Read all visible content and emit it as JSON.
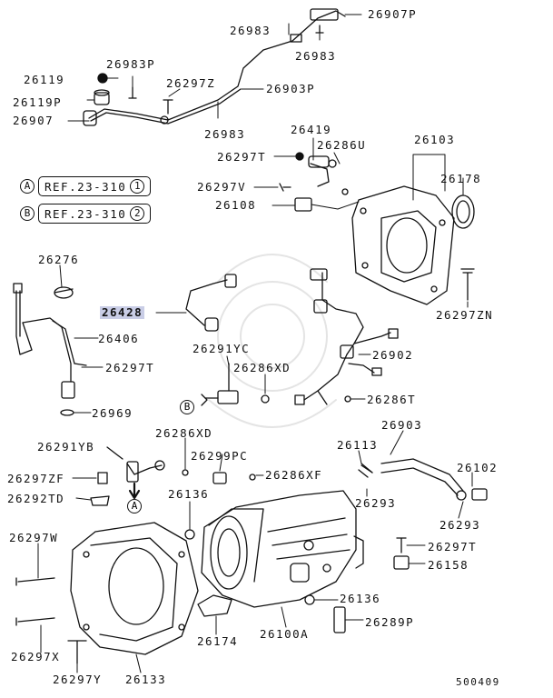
{
  "labels": [
    {
      "id": "p26907P",
      "text": "26907P"
    },
    {
      "id": "p26983a",
      "text": "26983"
    },
    {
      "id": "p26983b",
      "text": "26983"
    },
    {
      "id": "p26119",
      "text": "26119"
    },
    {
      "id": "p26983P",
      "text": "26983P"
    },
    {
      "id": "p26297Z",
      "text": "26297Z"
    },
    {
      "id": "p26903P",
      "text": "26903P"
    },
    {
      "id": "p26119P",
      "text": "26119P"
    },
    {
      "id": "p26907",
      "text": "26907"
    },
    {
      "id": "p26983c",
      "text": "26983"
    },
    {
      "id": "p26419",
      "text": "26419"
    },
    {
      "id": "p26103",
      "text": "26103"
    },
    {
      "id": "p26297T_a",
      "text": "26297T"
    },
    {
      "id": "p26286U",
      "text": "26286U"
    },
    {
      "id": "p26178",
      "text": "26178"
    },
    {
      "id": "p26297V",
      "text": "26297V"
    },
    {
      "id": "p26108",
      "text": "26108"
    },
    {
      "id": "p26276",
      "text": "26276"
    },
    {
      "id": "p26428",
      "text": "26428"
    },
    {
      "id": "p26297ZN",
      "text": "26297ZN"
    },
    {
      "id": "p26406",
      "text": "26406"
    },
    {
      "id": "p26291YC",
      "text": "26291YC"
    },
    {
      "id": "p26902",
      "text": "26902"
    },
    {
      "id": "p26297T_b",
      "text": "26297T"
    },
    {
      "id": "p26286XD",
      "text": "26286XD"
    },
    {
      "id": "p26286T",
      "text": "26286T"
    },
    {
      "id": "p26969",
      "text": "26969"
    },
    {
      "id": "p26903",
      "text": "26903"
    },
    {
      "id": "p26286XD_b",
      "text": "26286XD"
    },
    {
      "id": "p26291YB",
      "text": "26291YB"
    },
    {
      "id": "p26113",
      "text": "26113"
    },
    {
      "id": "p26299PC",
      "text": "26299PC"
    },
    {
      "id": "p26102",
      "text": "26102"
    },
    {
      "id": "p26297ZF",
      "text": "26297ZF"
    },
    {
      "id": "p26286XF",
      "text": "26286XF"
    },
    {
      "id": "p26292TD",
      "text": "26292TD"
    },
    {
      "id": "p26136a",
      "text": "26136"
    },
    {
      "id": "p26293a",
      "text": "26293"
    },
    {
      "id": "p26293b",
      "text": "26293"
    },
    {
      "id": "p26297W",
      "text": "26297W"
    },
    {
      "id": "p26297T_c",
      "text": "26297T"
    },
    {
      "id": "p26158",
      "text": "26158"
    },
    {
      "id": "p26136b",
      "text": "26136"
    },
    {
      "id": "p26289P",
      "text": "26289P"
    },
    {
      "id": "p26174",
      "text": "26174"
    },
    {
      "id": "p26100A",
      "text": "26100A"
    },
    {
      "id": "p26297X",
      "text": "26297X"
    },
    {
      "id": "p26297Y",
      "text": "26297Y"
    },
    {
      "id": "p26133",
      "text": "26133"
    }
  ],
  "refs": {
    "a": {
      "marker": "A",
      "text": "REF.23-310",
      "num": "1"
    },
    "b": {
      "marker": "B",
      "text": "REF.23-310",
      "num": "2"
    }
  },
  "callouts": {
    "a": "A",
    "b": "B"
  },
  "figure_number": "500409",
  "highlight_color": "#c9cde6"
}
